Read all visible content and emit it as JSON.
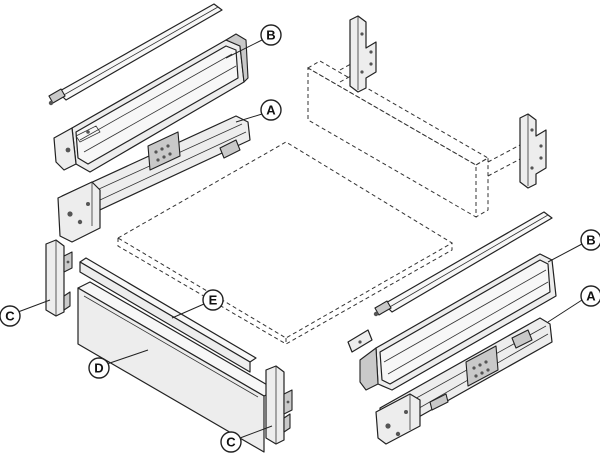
{
  "callouts": {
    "top_left_profile": "B",
    "top_left_runner": "A",
    "bottom_right_profile": "B",
    "bottom_right_runner": "A",
    "left_front_connector": "C",
    "right_front_connector": "C",
    "front_panel": "D",
    "front_rail": "E"
  }
}
